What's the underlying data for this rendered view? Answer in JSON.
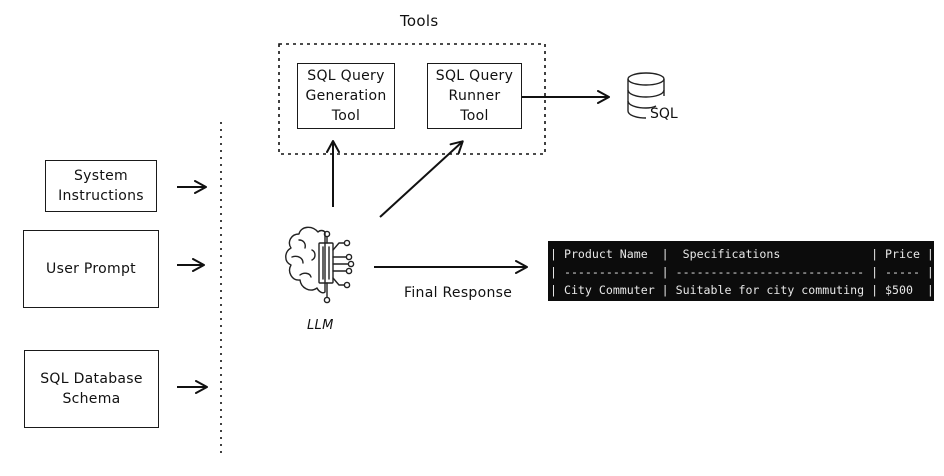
{
  "tools_title": "Tools",
  "inputs": {
    "system_instructions": "System\nInstructions",
    "user_prompt": "User Prompt",
    "sql_database_schema": "SQL Database\nSchema"
  },
  "tools": {
    "generation_tool": "SQL Query\nGeneration\nTool",
    "runner_tool": "SQL Query\nRunner\nTool"
  },
  "database_label": "SQL",
  "llm_label": "LLM",
  "final_response_label": "Final Response",
  "result_table": {
    "rows": [
      "| Product Name  |  Specifications             | Price |",
      "| ------------- | --------------------------- | ----- |",
      "| City Commuter | Suitable for city commuting | $500  |"
    ]
  },
  "icons": {
    "database": "database-icon",
    "llm": "brain-chip-icon"
  }
}
